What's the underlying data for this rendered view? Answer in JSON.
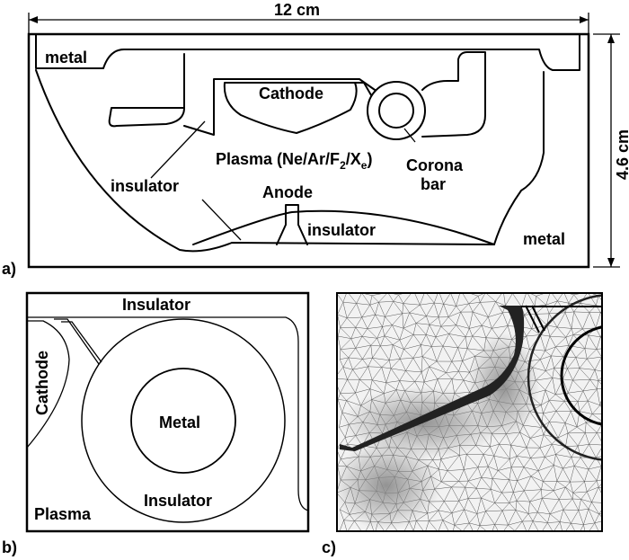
{
  "panel_a": {
    "panel_label": "a)",
    "width_dim": "12 cm",
    "height_dim": "4.6 cm",
    "labels": {
      "metal_top": "metal",
      "metal_bottom": "metal",
      "cathode": "Cathode",
      "plasma_prefix": "Plasma (Ne/Ar/F",
      "plasma_sub1": "2",
      "plasma_mid": "/X",
      "plasma_sub2": "e",
      "plasma_suffix": ")",
      "corona_line1": "Corona",
      "corona_line2": "bar",
      "insulator_left": "insulator",
      "anode": "Anode",
      "insulator_right": "insulator"
    }
  },
  "panel_b": {
    "panel_label": "b)",
    "labels": {
      "insulator_top": "Insulator",
      "cathode": "Cathode",
      "metal": "Metal",
      "insulator_ring": "Insulator",
      "plasma": "Plasma"
    }
  },
  "panel_c": {
    "panel_label": "c)"
  }
}
